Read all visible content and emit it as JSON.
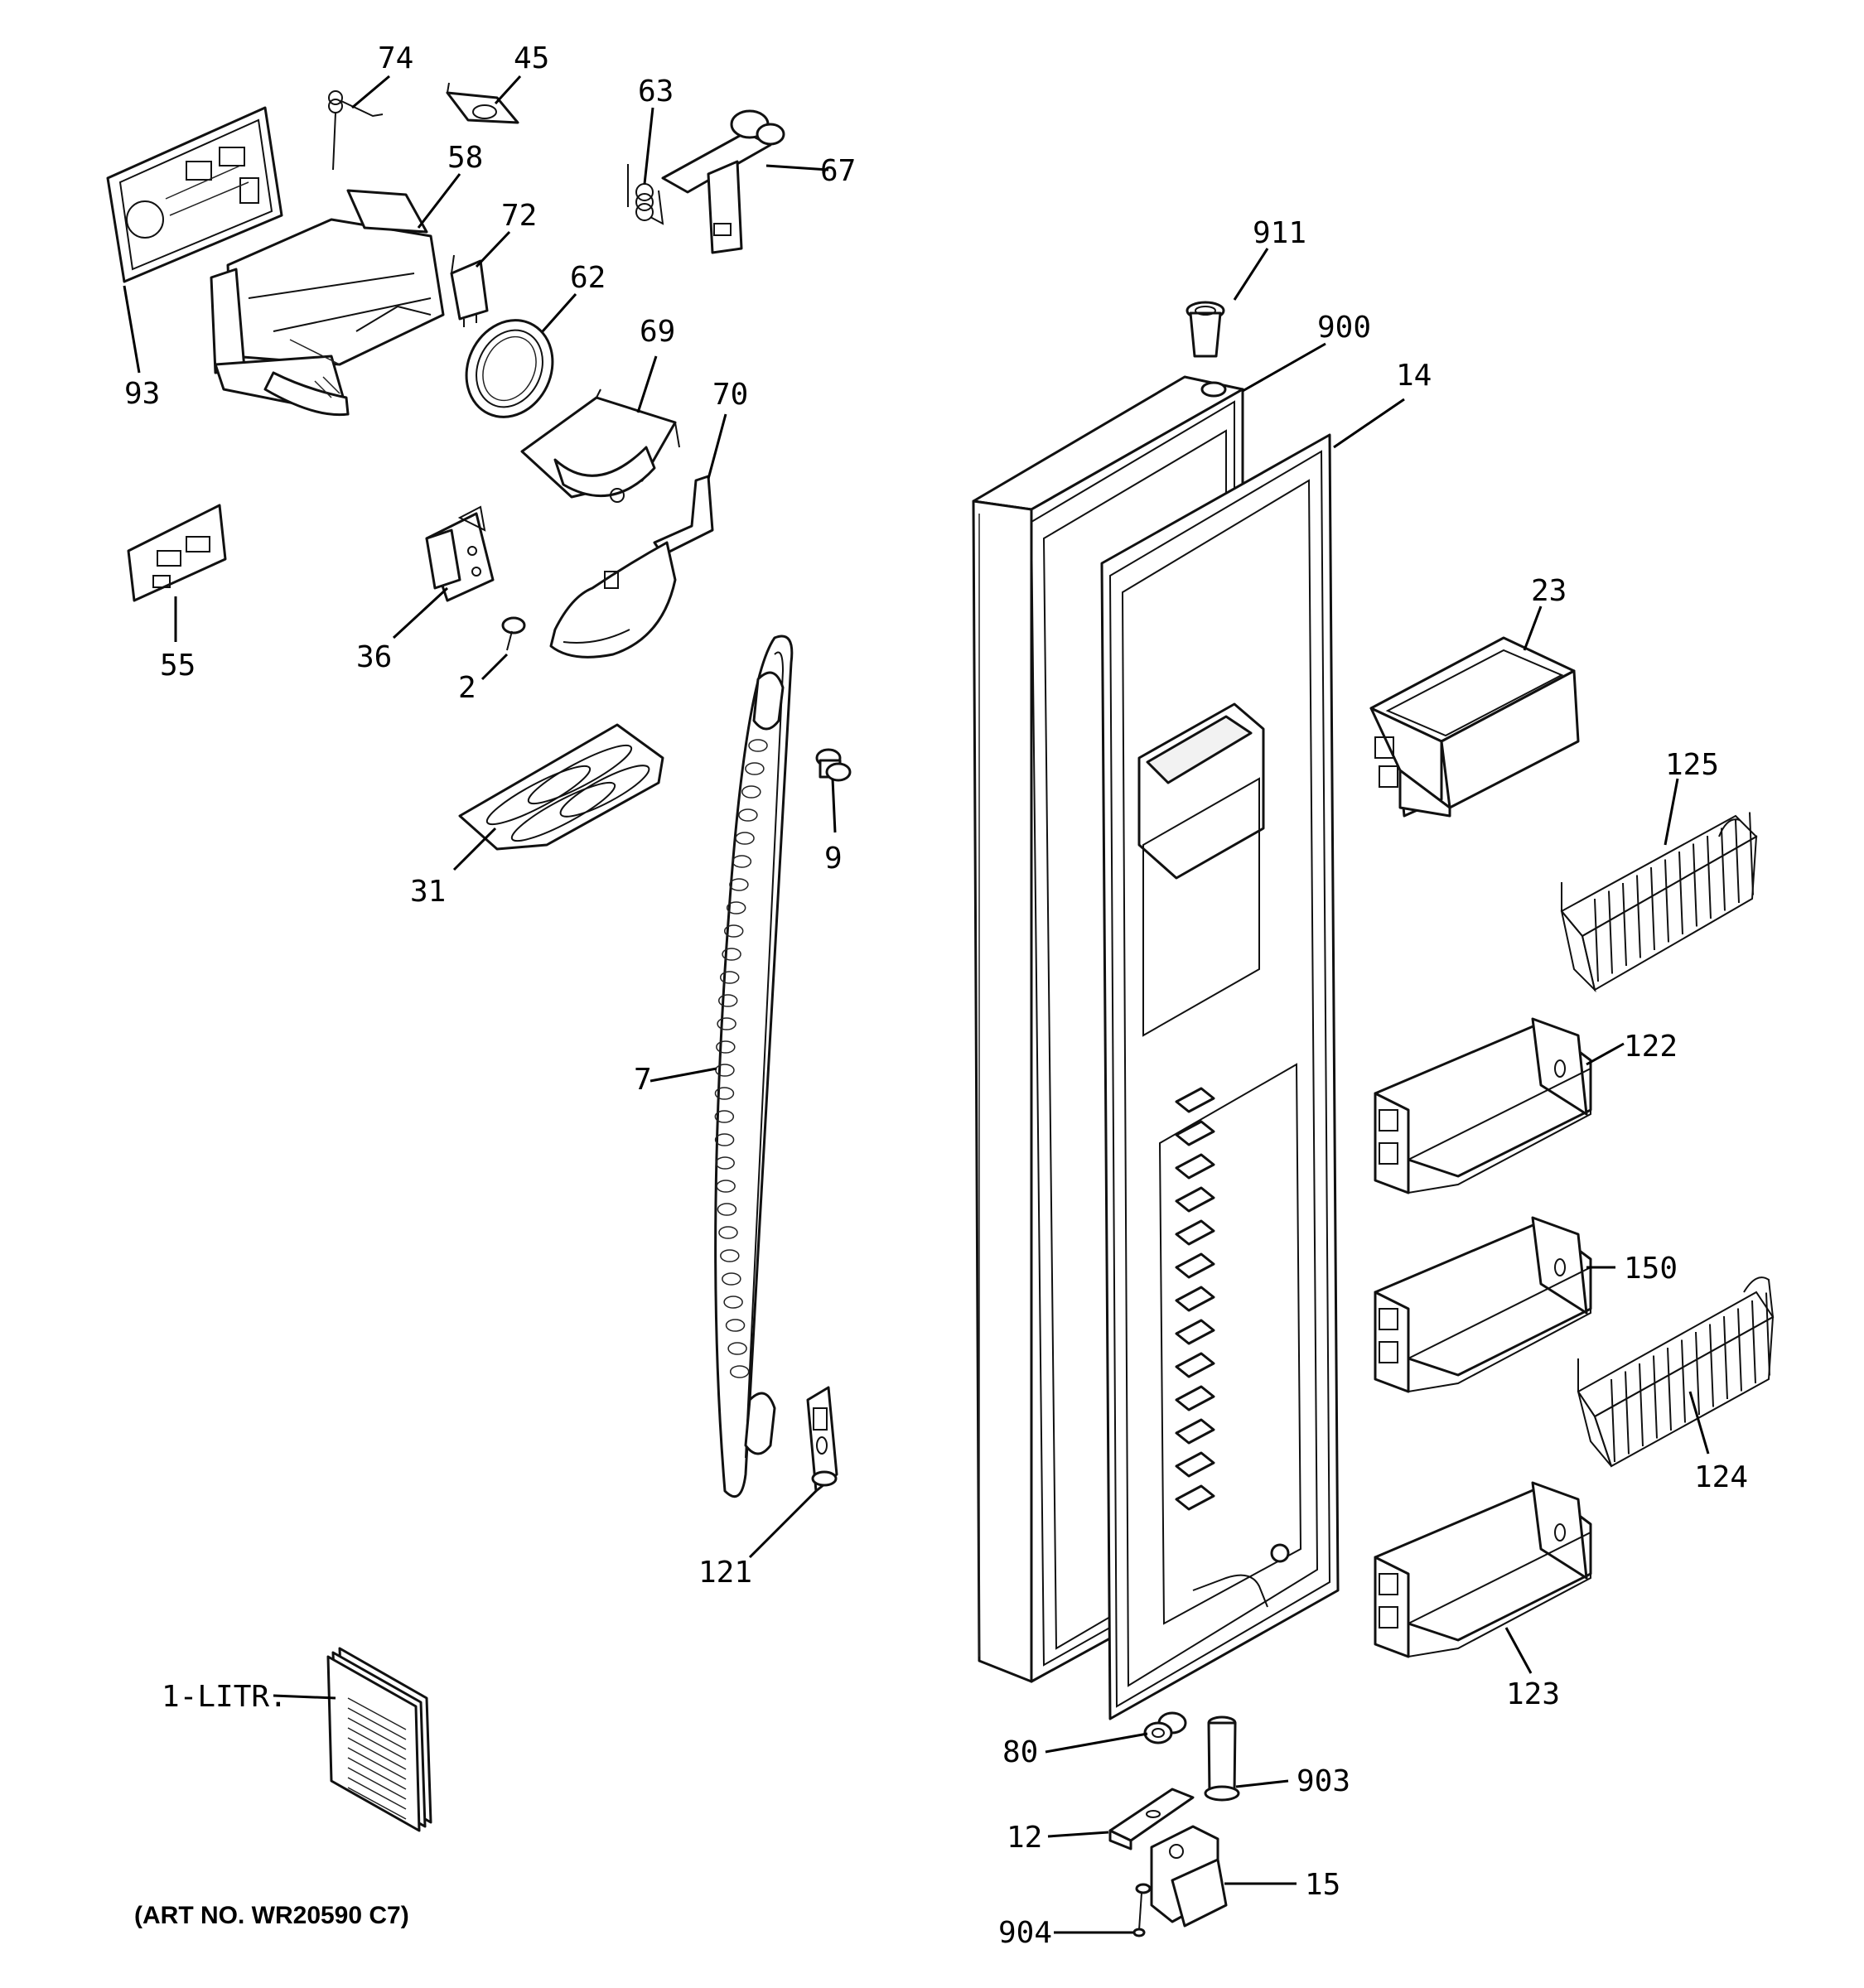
{
  "art_number": "(ART NO. WR20590 C7)",
  "labels": {
    "p74": "74",
    "p45": "45",
    "p63": "63",
    "p67": "67",
    "p58": "58",
    "p72": "72",
    "p62": "62",
    "p69": "69",
    "p70": "70",
    "p93": "93",
    "p55": "55",
    "p36": "36",
    "p2": "2",
    "p31": "31",
    "p9": "9",
    "p7": "7",
    "p121": "121",
    "p1litr": "1-LITR.",
    "p911": "911",
    "p900": "900",
    "p14": "14",
    "p23": "23",
    "p125": "125",
    "p122": "122",
    "p150": "150",
    "p124": "124",
    "p123": "123",
    "p80": "80",
    "p903": "903",
    "p12": "12",
    "p15": "15",
    "p904": "904"
  },
  "colors": {
    "line": "#111111",
    "background": "#ffffff",
    "fill_light": "#f2f2f2"
  }
}
